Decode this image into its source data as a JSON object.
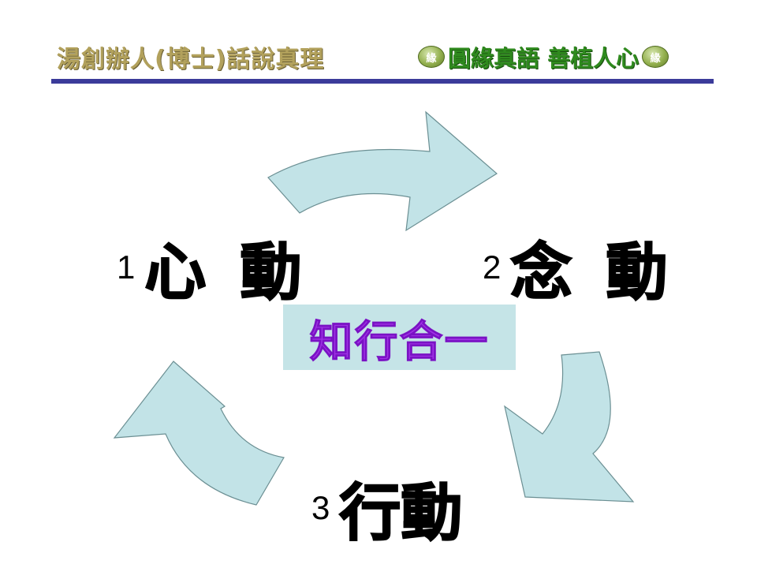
{
  "header": {
    "title": "湯創辦人(博士)話說真理",
    "slogan": "圓緣真語  善植人心",
    "badge_text": "緣",
    "title_color": "#b2a15c",
    "slogan_color": "#2f8a1e",
    "rule_color": "#3b3b9a"
  },
  "diagram": {
    "steps": [
      {
        "number": "1",
        "label": "心 動"
      },
      {
        "number": "2",
        "label": "念 動"
      },
      {
        "number": "3",
        "label": "行動"
      }
    ],
    "center_label": "知行合一",
    "arrow_color": "#c2e3e7",
    "center_text_color": "#a033e6"
  }
}
